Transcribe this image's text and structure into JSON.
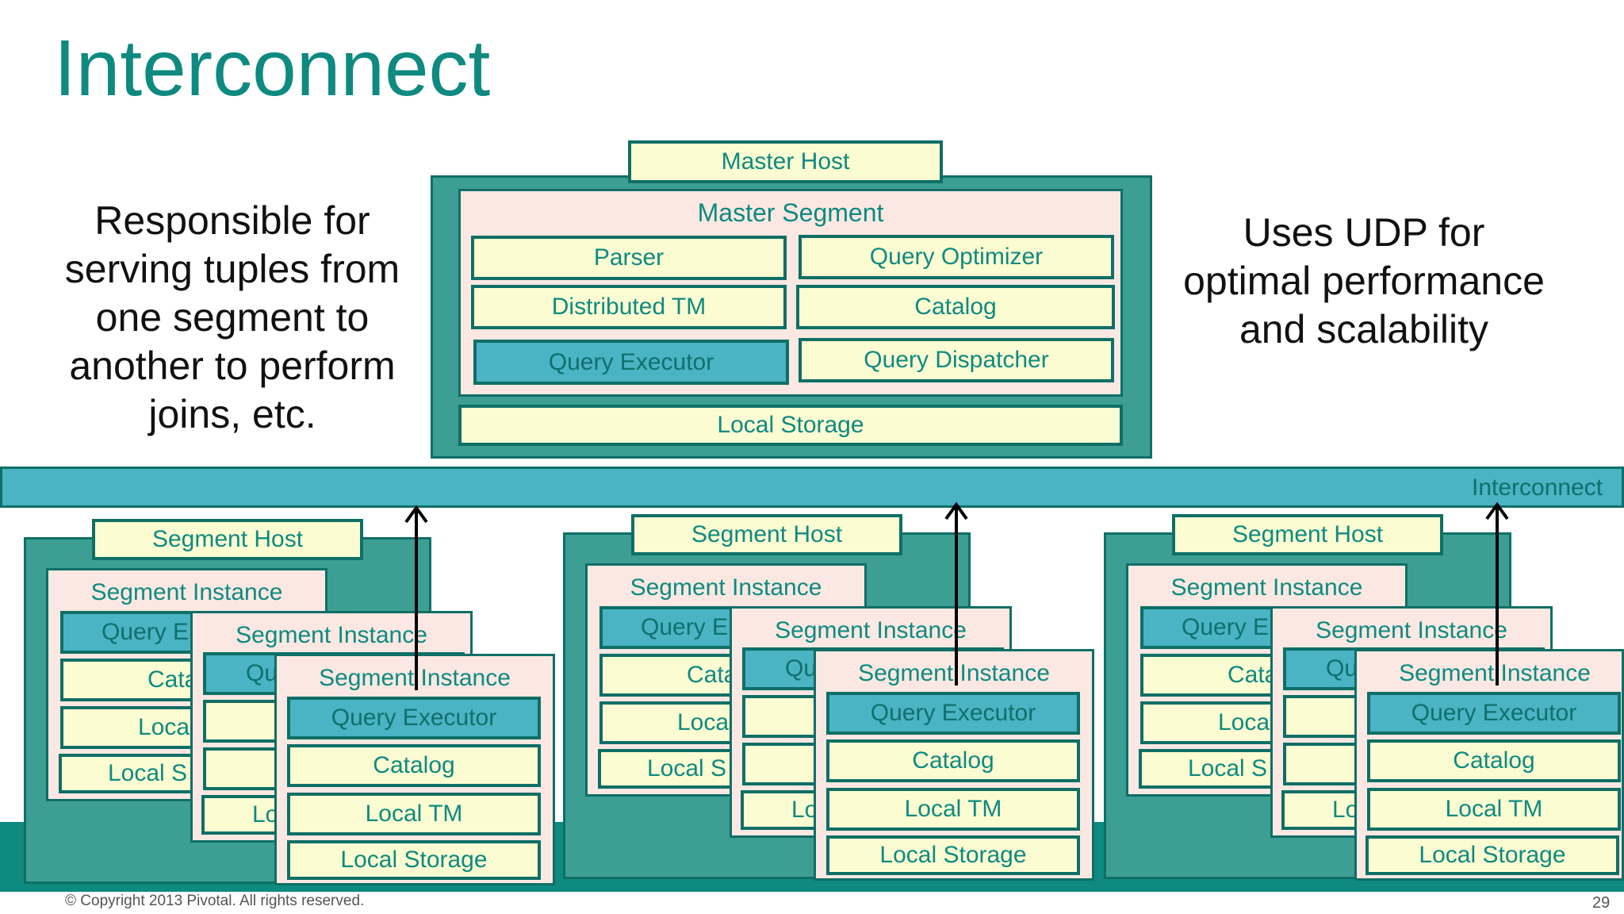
{
  "title": "Interconnect",
  "left_text": [
    "Responsible for",
    "serving tuples from",
    "one segment to",
    "another to perform",
    "joins, etc."
  ],
  "right_text": [
    "Uses UDP for",
    "optimal performance",
    "and scalability"
  ],
  "master": {
    "host_label": "Master Host",
    "segment_label": "Master Segment",
    "parser": "Parser",
    "optimizer": "Query Optimizer",
    "dtm": "Distributed TM",
    "catalog": "Catalog",
    "executor": "Query Executor",
    "dispatcher": "Query Dispatcher",
    "storage": "Local Storage"
  },
  "interconnect_label": "Interconnect",
  "segment": {
    "host_label": "Segment Host",
    "instance_label": "Segment Instance",
    "executor": "Query Executor",
    "catalog": "Catalog",
    "local_tm": "Local TM",
    "storage": "Local Storage",
    "trunc_executor": "Query E",
    "trunc_executor_2": "Qu",
    "trunc_catalog": "Cata",
    "trunc_local": "Loca",
    "trunc_storage": "Local S",
    "trunc_lo": "Lo"
  },
  "footer": {
    "copyright": "© Copyright 2013 Pivotal. All rights reserved.",
    "page": "29"
  },
  "colors": {
    "teal_text": "#0e8a80",
    "host_fill": "#3d9e94",
    "instance_fill": "#fbe8e2",
    "component_fill": "#fcfcd2",
    "executor_fill": "#4ab3c4",
    "border": "#0f6f66"
  }
}
